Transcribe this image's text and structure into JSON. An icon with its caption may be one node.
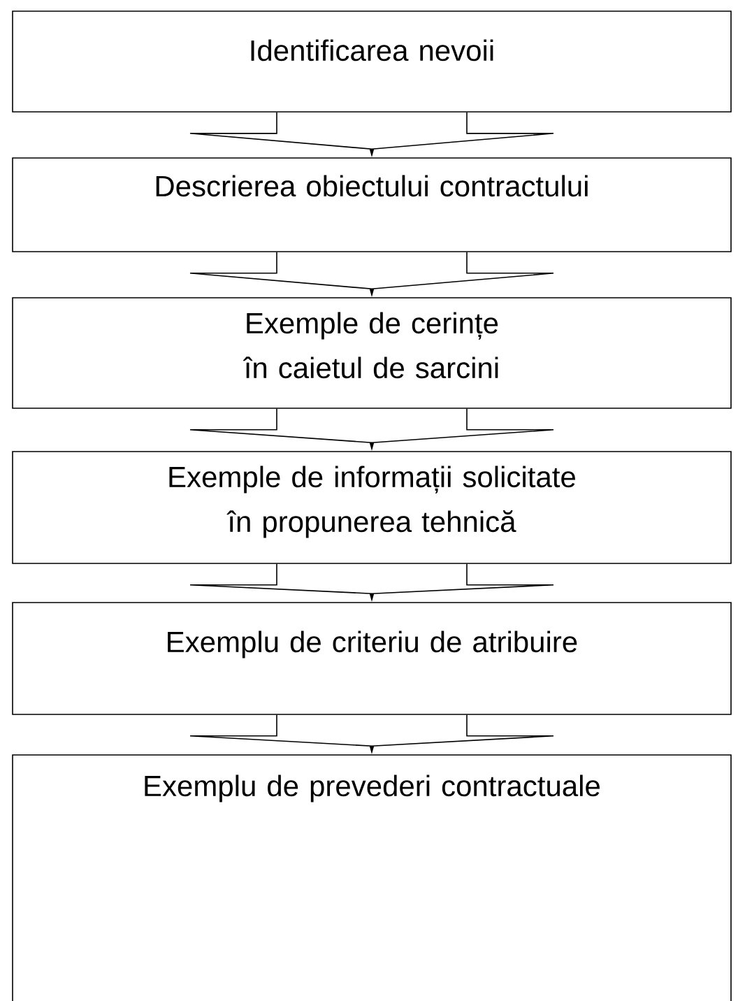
{
  "diagram": {
    "nodes": [
      {
        "text": [
          "Identificarea nevoii"
        ]
      },
      {
        "text": [
          "Descrierea obiectului contractului"
        ]
      },
      {
        "text": [
          "Exemple de cerințe în caietul de sarcini"
        ]
      },
      {
        "text": [
          "Exemple de informații solicitate în propunerea tehnică"
        ]
      },
      {
        "text": [
          "Exemplu de criteriu de atribuire"
        ]
      },
      {
        "text": [
          "Exemplu de prevederi contractuale"
        ]
      }
    ],
    "edges": [
      {
        "from": 0,
        "to": 1,
        "arrow": "to"
      },
      {
        "from": 1,
        "to": 2,
        "arrow": "to"
      },
      {
        "from": 2,
        "to": 3,
        "arrow": "to"
      },
      {
        "from": 3,
        "to": 4,
        "arrow": "to"
      },
      {
        "from": 4,
        "to": 5,
        "arrow": "to"
      }
    ]
  }
}
